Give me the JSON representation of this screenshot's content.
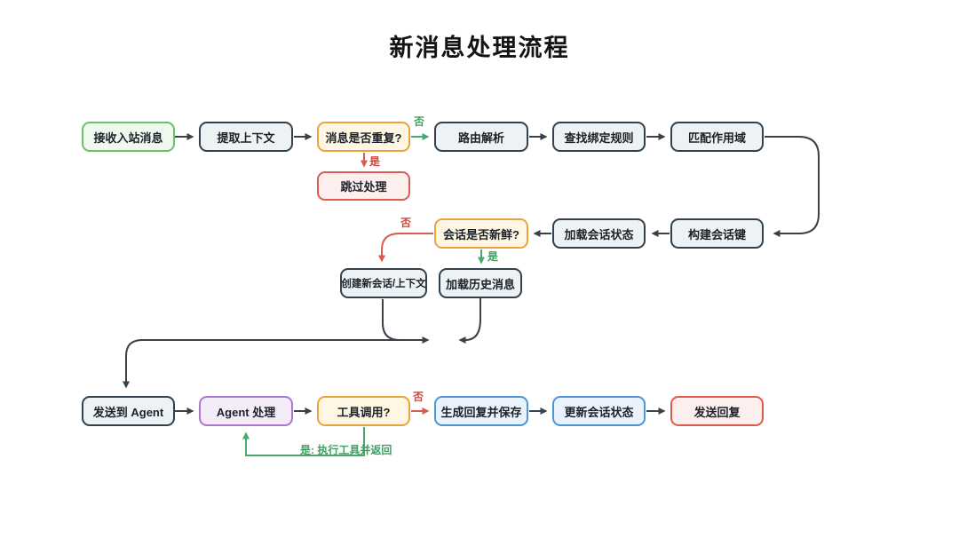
{
  "title": "新消息处理流程",
  "colors": {
    "background": "#ffffff",
    "node_default_border": "#33404d",
    "node_default_fill": "#edf2f4",
    "node_green_border": "#6abf69",
    "node_green_fill": "#f0f9ee",
    "node_orange_border": "#eba33f",
    "node_orange_fill": "#fff7e4",
    "node_red_border": "#dd5a4f",
    "node_red_fill": "#fdefed",
    "node_purple_border": "#ab77cf",
    "node_purple_fill": "#f5ecfa",
    "node_blue_border": "#4d95da",
    "node_blue_fill": "#eaf3fc",
    "edge_dark": "#3a4148",
    "edge_green": "#4aa96c",
    "edge_red": "#d95a4e"
  },
  "nodes": [
    {
      "id": "receive",
      "label": "接收入站消息",
      "type": "green"
    },
    {
      "id": "extract",
      "label": "提取上下文",
      "type": "default"
    },
    {
      "id": "dup",
      "label": "消息是否重复?",
      "type": "orange"
    },
    {
      "id": "skip",
      "label": "跳过处理",
      "type": "red"
    },
    {
      "id": "route",
      "label": "路由解析",
      "type": "default"
    },
    {
      "id": "rules",
      "label": "查找绑定规则",
      "type": "default"
    },
    {
      "id": "scope",
      "label": "匹配作用域",
      "type": "default"
    },
    {
      "id": "buildkey",
      "label": "构建会话键",
      "type": "default"
    },
    {
      "id": "loadstate",
      "label": "加载会话状态",
      "type": "default"
    },
    {
      "id": "fresh",
      "label": "会话是否新鲜?",
      "type": "orange"
    },
    {
      "id": "newsession",
      "label": "创建新会话/上下文",
      "type": "default"
    },
    {
      "id": "loadhistory",
      "label": "加载历史消息",
      "type": "default"
    },
    {
      "id": "sendagent",
      "label": "发送到 Agent",
      "type": "default"
    },
    {
      "id": "agentproc",
      "label": "Agent 处理",
      "type": "purple"
    },
    {
      "id": "toolcall",
      "label": "工具调用?",
      "type": "orange"
    },
    {
      "id": "genreply",
      "label": "生成回复并保存",
      "type": "blue"
    },
    {
      "id": "updatestate",
      "label": "更新会话状态",
      "type": "blue"
    },
    {
      "id": "sendreply",
      "label": "发送回复",
      "type": "red"
    }
  ],
  "edge_labels": {
    "dup_no": {
      "text": "否",
      "color": "green"
    },
    "dup_yes": {
      "text": "是",
      "color": "red"
    },
    "fresh_no": {
      "text": "否",
      "color": "red"
    },
    "fresh_yes": {
      "text": "是",
      "color": "green"
    },
    "tool_no": {
      "text": "否",
      "color": "red"
    },
    "tool_yes": {
      "text": "是: 执行工具并返回",
      "color": "green"
    }
  }
}
